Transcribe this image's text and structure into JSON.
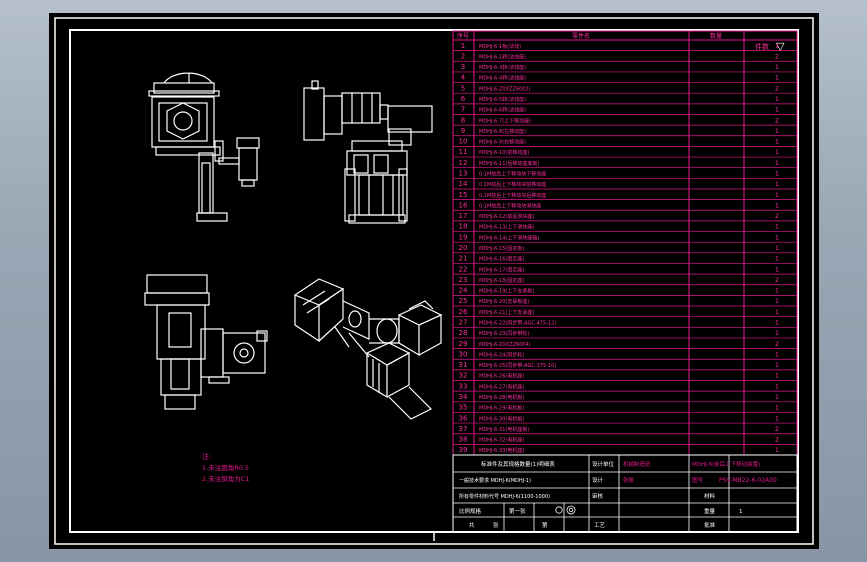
{
  "colors": {
    "frame": "#ffffff",
    "table": "#e0188c",
    "background": "#000000",
    "outer": "#97a4b3"
  },
  "parts_table": {
    "headers": {
      "no": "序号",
      "name": "零件名",
      "qty": "数量",
      "unit": "件数"
    },
    "surface_mark": "▽",
    "rows": [
      {
        "no": "1",
        "name": "MDHJ-6-1板(法线)",
        "qty": "1"
      },
      {
        "no": "2",
        "name": "MDHJ-6-1转(法线座)",
        "qty": "2"
      },
      {
        "no": "3",
        "name": "MDHJ-6-3转(法线座)",
        "qty": "1"
      },
      {
        "no": "4",
        "name": "MDHJ-6-4转(法线座)",
        "qty": "1"
      },
      {
        "no": "5",
        "name": "MDHJ-6-Z0XZZ6002)",
        "qty": "2"
      },
      {
        "no": "6",
        "name": "MDHJ-6-5转(法线座)",
        "qty": "1"
      },
      {
        "no": "7",
        "name": "MDHJ-6-6转(法线座)",
        "qty": "1"
      },
      {
        "no": "8",
        "name": "MDHJ-6-7(上下移动座)",
        "qty": "2"
      },
      {
        "no": "9",
        "name": "MDHJ-6-8(左移动座)",
        "qty": "1"
      },
      {
        "no": "10",
        "name": "MDHJ-6-9(右移动座)",
        "qty": "1"
      },
      {
        "no": "11",
        "name": "MDHJ-6-10(前移动座)",
        "qty": "1"
      },
      {
        "no": "12",
        "name": "MDHJ-6-11(后移动座底板)",
        "qty": "1"
      },
      {
        "no": "13",
        "name": "0.1M前后上下移动块下移动座",
        "qty": "1"
      },
      {
        "no": "14",
        "name": "0.1M前后上下移动块前移动座",
        "qty": "1"
      },
      {
        "no": "15",
        "name": "0.1M前后上下移动块后移动座",
        "qty": "1"
      },
      {
        "no": "16",
        "name": "0.1M前后上下移动块滑块座",
        "qty": "1"
      },
      {
        "no": "17",
        "name": "MDHJ-6-12(前后滑块座)",
        "qty": "2"
      },
      {
        "no": "18",
        "name": "MDHJ-6-13(上下滑块座)",
        "qty": "1"
      },
      {
        "no": "19",
        "name": "MDHJ-6-14(上下滑块座轴)",
        "qty": "1"
      },
      {
        "no": "20",
        "name": "MDHJ-6-15(固定板)",
        "qty": "1"
      },
      {
        "no": "21",
        "name": "MDHJ-6-16(固定座)",
        "qty": "1"
      },
      {
        "no": "22",
        "name": "MDHJ-6-17(固定座)",
        "qty": "1"
      },
      {
        "no": "23",
        "name": "MDHJ-6-18(固定座)",
        "qty": "2"
      },
      {
        "no": "24",
        "name": "MDHJ-6-19(上下支承板)",
        "qty": "1"
      },
      {
        "no": "25",
        "name": "MDHJ-6-20(支承板座)",
        "qty": "1"
      },
      {
        "no": "26",
        "name": "MDHJ-6-21(上下支承座)",
        "qty": "1"
      },
      {
        "no": "27",
        "name": "MDHJ-6-22(同步带-AGC-475-12)",
        "qty": "1"
      },
      {
        "no": "28",
        "name": "MDHJ-6-23(同步带轮)",
        "qty": "1"
      },
      {
        "no": "29",
        "name": "MDHJ-6-Z0XZZ6004)",
        "qty": "2"
      },
      {
        "no": "30",
        "name": "MDHJ-6-24(同步轮)",
        "qty": "1"
      },
      {
        "no": "31",
        "name": "MDHJ-6-25(同步带-AGC-375-10)",
        "qty": "1"
      },
      {
        "no": "32",
        "name": "MDHJ-6-26(电机座)",
        "qty": "1"
      },
      {
        "no": "33",
        "name": "MDHJ-6-27(电机座)",
        "qty": "1"
      },
      {
        "no": "34",
        "name": "MDHJ-6-28(电机板)",
        "qty": "1"
      },
      {
        "no": "35",
        "name": "MDHJ-6-29(电机板)",
        "qty": "1"
      },
      {
        "no": "36",
        "name": "MDHJ-6-30(电机板)",
        "qty": "1"
      },
      {
        "no": "37",
        "name": "MDHJ-6-31(电机座板)",
        "qty": "2"
      },
      {
        "no": "38",
        "name": "MDHJ-6-32(电机座)",
        "qty": "2"
      },
      {
        "no": "39",
        "name": "MDHJ-6-33(电机座)",
        "qty": "1"
      }
    ]
  },
  "title_block": {
    "r1_left": "标准件及其规格数量(1)明细表",
    "r1_mid_label": "设计单位",
    "r1_mid_value": "机械制造班",
    "r1_title": "MDHJ-6(前后上下移动装置)",
    "r2_left": "一般技术要求 MDHJ-6(MDHJ-1)",
    "r2_mid_label": "设计",
    "r2_mid_value": "张振",
    "r2_drawing_label": "图号",
    "r2_drawing_no": "PSV-MB22-6-02A00",
    "r3_left": "所有零件材料代号 MDHJ-6(1100-1000)",
    "r3_mid_label": "审核",
    "r3_right_label": "材料",
    "r4_a": "比例规格",
    "r4_b": "第一张",
    "r4_c": "",
    "r4_right_label": "重量",
    "r4_right_val": "1",
    "r5_a": "共",
    "r5_b": "张",
    "r5_c": "第",
    "r5_d": "工艺",
    "r5_right_label": "批准"
  },
  "notes": {
    "heading": "注:",
    "line1": "1.未注圆角R0.5",
    "line2": "2.未注倒角为C1"
  }
}
